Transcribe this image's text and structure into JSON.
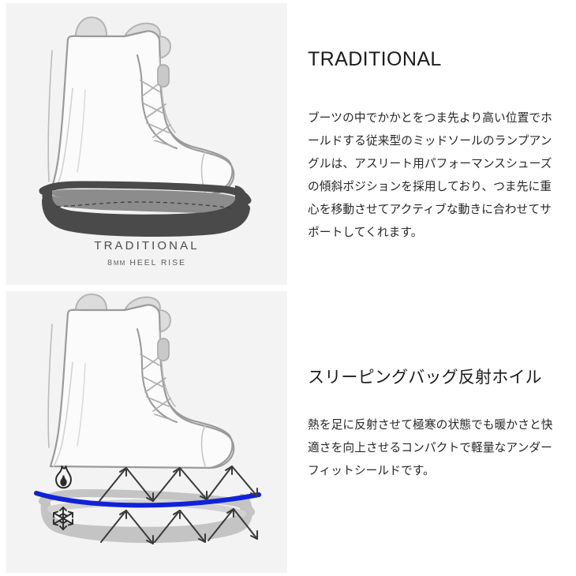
{
  "page": {
    "background": "#ffffff",
    "panel_background": "#f3f3f3"
  },
  "colors": {
    "boot_outline": "#9a9a9a",
    "boot_fill": "#fbfbfb",
    "padding_fill": "#dcdcdc",
    "outsole_dark": "#4a4a4a",
    "midsole_gray": "#8c8c8c",
    "sole_light": "#c4c4c4",
    "reflective_blue": "#1022d8",
    "arrow": "#3a3a3a",
    "caption_text": "#4d4d4d",
    "heading_text": "#1b1b1b",
    "body_text": "#262626"
  },
  "panels": [
    {
      "name": "traditional-boot-panel",
      "illustration": "snowboard-boot-side-view-with-dark-outsole",
      "caption": {
        "title": "TRADITIONAL",
        "subtitle_number": "8",
        "subtitle_unit": "MM",
        "subtitle_rest": " HEEL RISE"
      }
    },
    {
      "name": "sleeping-bag-foil-boot-panel",
      "illustration": "snowboard-boot-side-view-with-reflective-foil-layer",
      "icons": [
        {
          "name": "flame-icon",
          "meaning": "heat",
          "glyph": "🔥"
        },
        {
          "name": "snowflake-icon",
          "meaning": "cold",
          "glyph": "❄"
        }
      ],
      "reflective_layer": {
        "name": "reflective-foil-line",
        "color": "#1022d8"
      },
      "arrow_count": 12
    }
  ],
  "sections": [
    {
      "id": "traditional",
      "title": "TRADITIONAL",
      "body": "ブーツの中でかかとをつま先より高い位置でホールドする従来型のミッドソールのランプアングルは、アスリート用パフォーマンスシューズの傾斜ポジションを採用しており、つま先に重心を移動させてアクティブな動きに合わせてサポートしてくれます。"
    },
    {
      "id": "sleeping-bag-reflective-foil",
      "title": "スリーピングバッグ反射ホイル",
      "body": "熱を足に反射させて極寒の状態でも暖かさと快適さを向上させるコンパクトで軽量なアンダーフィットシールドです。"
    }
  ]
}
